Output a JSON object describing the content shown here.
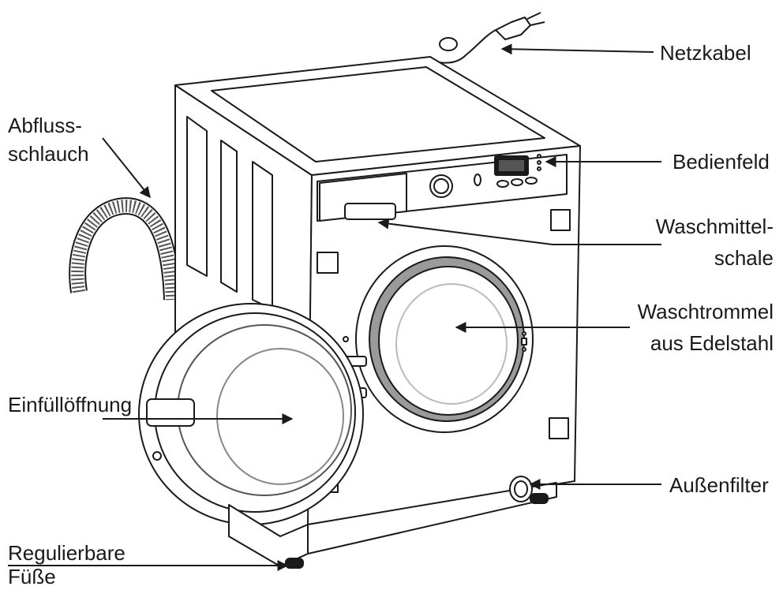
{
  "diagram": {
    "labels": {
      "netzkabel": "Netzkabel",
      "bedienfeld": "Bedienfeld",
      "waschmittel_1": "Waschmittel-",
      "waschmittel_2": "schale",
      "trommel_1": "Waschtrommel",
      "trommel_2": "aus Edelstahl",
      "aussenfilter": "Außenfilter",
      "abfluss_1": "Abfluss-",
      "abfluss_2": "schlauch",
      "einfuell": "Einfüllöffnung",
      "fuesse_1": "Regulierbare",
      "fuesse_2": "Füße"
    },
    "colors": {
      "line": "#1a1a1a",
      "body": "#ffffff",
      "shade": "#cfcfcf",
      "gasket": "#9a9a9a"
    }
  }
}
